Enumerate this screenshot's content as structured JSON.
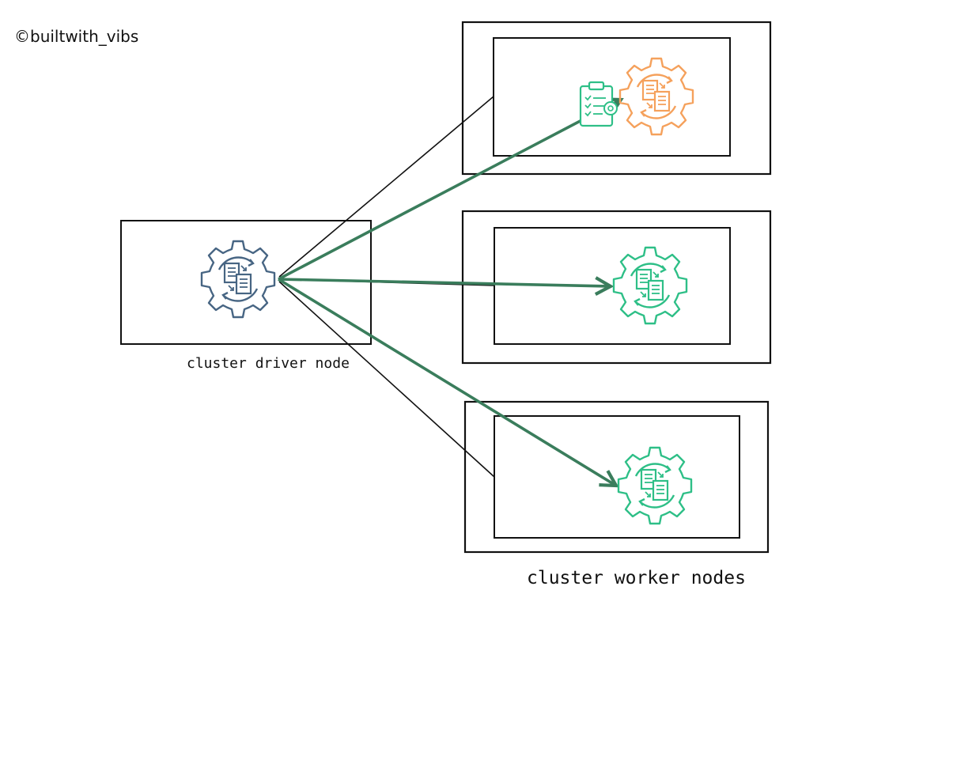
{
  "watermark": "©builtwith_vibs",
  "labels": {
    "driver": "cluster driver node",
    "workers": "cluster worker nodes"
  },
  "colors": {
    "outline": "#111111",
    "arrow": "#3a7d5c",
    "driver_icon": "#476583",
    "worker_icon": "#2ebf87",
    "active_icon": "#f5a15c",
    "checklist_icon": "#2ebf87"
  },
  "icons": {
    "driver": "gear-documents-icon",
    "worker": "gear-documents-icon",
    "task": "clipboard-checklist-icon"
  }
}
